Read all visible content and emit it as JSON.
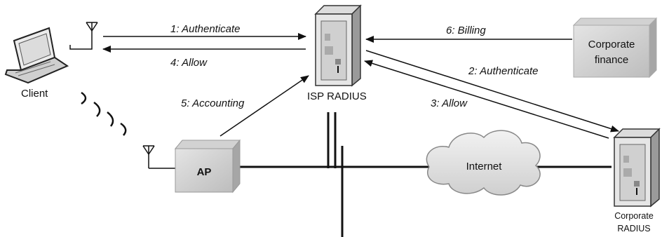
{
  "nodes": {
    "client": "Client",
    "isp_radius": "ISP RADIUS",
    "corporate_finance_line1": "Corporate",
    "corporate_finance_line2": "finance",
    "ap": "AP",
    "internet": "Internet",
    "corporate_radius_line1": "Corporate",
    "corporate_radius_line2": "RADIUS"
  },
  "edges": {
    "authenticate_1": "1: Authenticate",
    "allow_4": "4: Allow",
    "billing_6": "6: Billing",
    "authenticate_2": "2: Authenticate",
    "allow_3": "3: Allow",
    "accounting_5": "5: Accounting"
  }
}
